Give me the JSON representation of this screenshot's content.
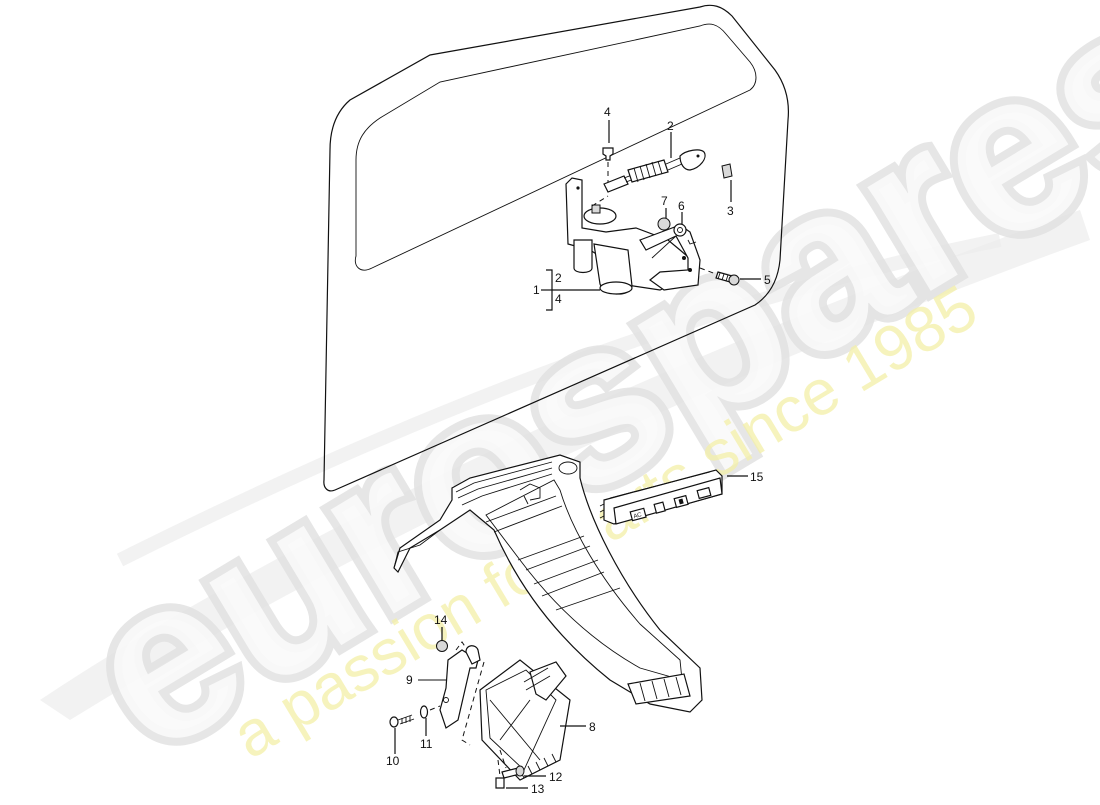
{
  "diagram": {
    "type": "exploded parts diagram",
    "subject": "Door window glass / window regulator motor and center console switch assembly"
  },
  "watermark": {
    "brand": "eurospares",
    "tagline": "a passion for parts since 1985",
    "brand_color": "#e6e6e6",
    "tagline_color": "#f5f2b0"
  },
  "callouts": [
    {
      "id": "1",
      "label": "1",
      "note": "assembly incl. 2 and 4"
    },
    {
      "id": "1-sub-2",
      "label": "2"
    },
    {
      "id": "1-sub-4",
      "label": "4"
    },
    {
      "id": "2",
      "label": "2"
    },
    {
      "id": "3",
      "label": "3"
    },
    {
      "id": "4",
      "label": "4"
    },
    {
      "id": "5",
      "label": "5"
    },
    {
      "id": "6",
      "label": "6"
    },
    {
      "id": "7",
      "label": "7"
    },
    {
      "id": "8",
      "label": "8"
    },
    {
      "id": "9",
      "label": "9"
    },
    {
      "id": "10",
      "label": "10"
    },
    {
      "id": "11",
      "label": "11"
    },
    {
      "id": "12",
      "label": "12"
    },
    {
      "id": "13",
      "label": "13"
    },
    {
      "id": "14",
      "label": "14"
    },
    {
      "id": "15",
      "label": "15"
    }
  ],
  "switch_panel": {
    "buttons": [
      "AC",
      "I",
      "■",
      "≡"
    ]
  }
}
